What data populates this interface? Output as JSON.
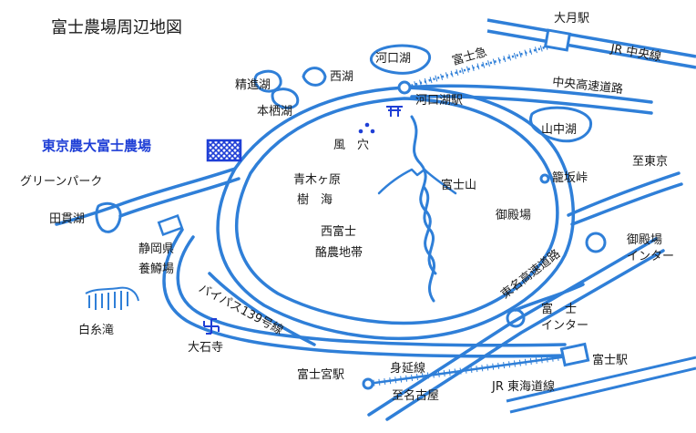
{
  "map": {
    "title": "富士農場周辺地図",
    "colors": {
      "road": "#2f7fd8",
      "rail": "#2f7fd8",
      "water": "#2f7fd8",
      "highlight": "#1f3fd6",
      "text": "#1a1a1a"
    },
    "labels": {
      "otsuki_station": "大月駅",
      "jr_chuo_line": "JR 中央線",
      "fujikyu": "富士急",
      "chuo_expressway": "中央高速道路",
      "kawaguchi_lake": "河口湖",
      "kawaguchiko_station": "河口湖駅",
      "sai_lake": "西湖",
      "shoji_lake": "精進湖",
      "motosu_lake": "本栖湖",
      "farm": "東京農大富士農場",
      "fuketsu": "風　穴",
      "aokigahara": "青木ヶ原",
      "jukai": "樹　海",
      "mt_fuji": "富士山",
      "yamanaka_lake": "山中湖",
      "kagosaka_pass": "籠坂峠",
      "to_tokyo": "至東京",
      "gotemba": "御殿場",
      "gotemba_ic": "御殿場\nインター",
      "green_park": "グリーンパーク",
      "tanuki_lake": "田貫湖",
      "nishi_fuji": "西富士",
      "rakuno": "酪農地帯",
      "shizuoka_pref": "静岡県",
      "trout_farm": "養鱒場",
      "bypass": "バイパス139号線",
      "tomei": "東名高速道路",
      "fuji_ic": "富　士\nインター",
      "shiraito": "白糸滝",
      "oishi_temple": "大石寺",
      "fujinomiya_station": "富士宮駅",
      "minobu_line": "身延線",
      "jr_tokaido": "JR 東海道線",
      "fuji_station": "富士駅",
      "to_nagoya": "至名古屋"
    },
    "symbols": {
      "shrine": "shrine-gate-icon",
      "temple": "manji-icon",
      "cave": "cave-dots-icon",
      "station": "station-icon",
      "interchange": "interchange-icon"
    }
  }
}
